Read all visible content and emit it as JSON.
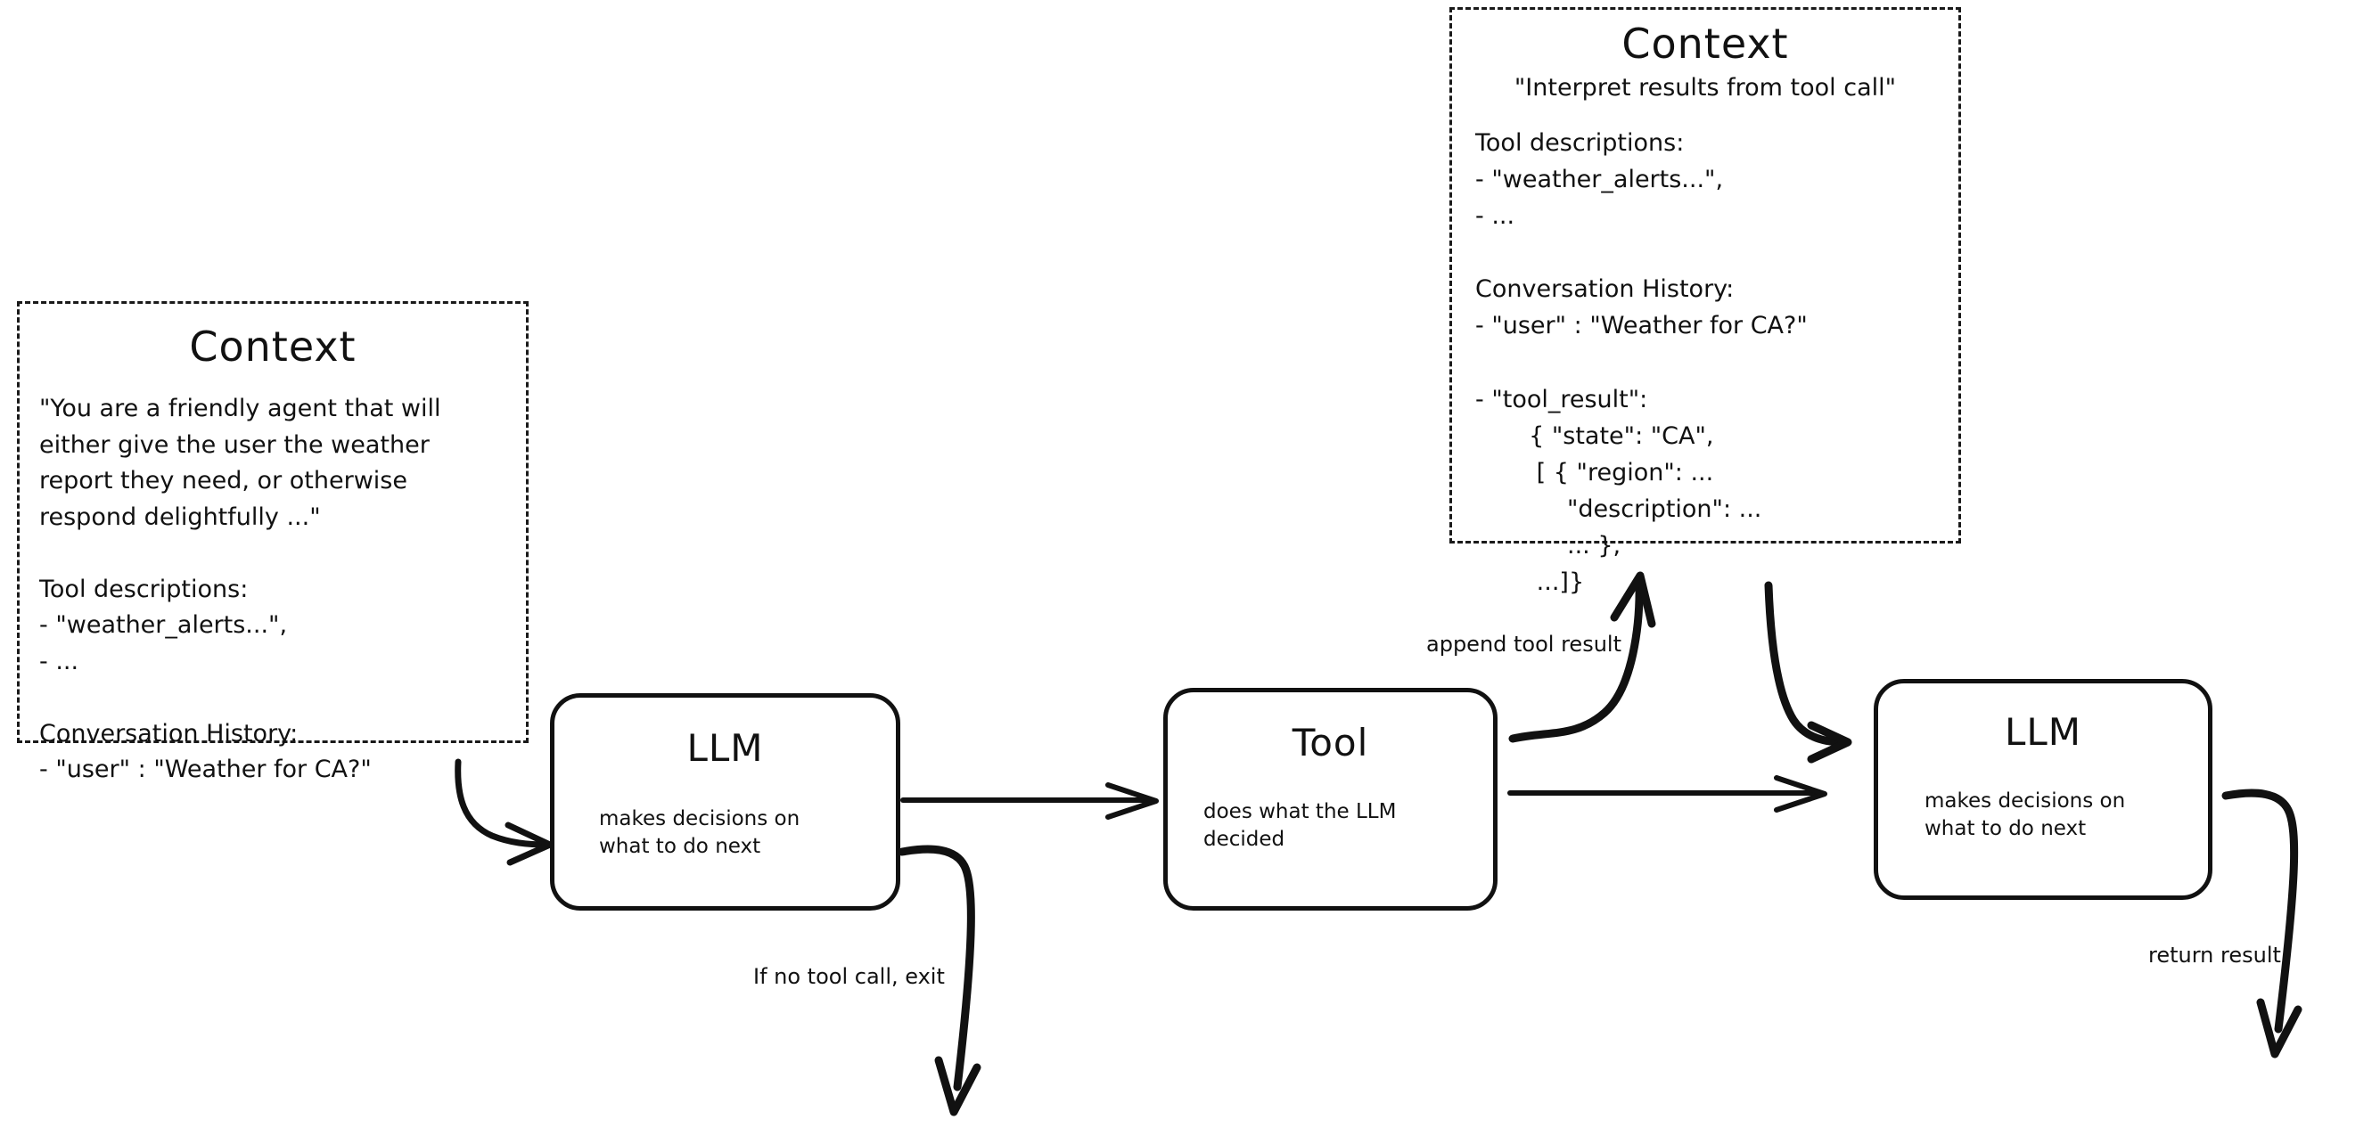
{
  "diagram": {
    "title": "Agent loop with tool calling",
    "background_color": "#ffffff",
    "stroke_color": "#111111"
  },
  "context_left": {
    "title": "Context",
    "body": "\"You are a friendly agent that will\neither give the user the weather\nreport they need, or otherwise\nrespond delightfully ...\"\n\nTool descriptions:\n- \"weather_alerts...\",\n- ...\n\nConversation History:\n- \"user\" : \"Weather for CA?\"",
    "lines": [
      "\"You are a friendly agent that will",
      "either give the user the weather",
      "report they need, or otherwise",
      "respond delightfully ...\"",
      "",
      "Tool descriptions:",
      "- \"weather_alerts...\",",
      "- ...",
      "",
      "Conversation History:",
      "- \"user\" : \"Weather for CA?\""
    ]
  },
  "context_right": {
    "title": "Context",
    "lead": "\"Interpret results from tool call\"",
    "body": "Tool descriptions:\n- \"weather_alerts...\",\n- ...\n\nConversation History:\n- \"user\" : \"Weather for CA?\"\n\n- \"tool_result\":\n       { \"state\": \"CA\",\n        [ { \"region\": ...\n            \"description\": ...\n            ... },\n        ...]}",
    "lines": [
      "Tool descriptions:",
      "- \"weather_alerts...\",",
      "- ...",
      "",
      "Conversation History:",
      "- \"user\" : \"Weather for CA?\"",
      "",
      "- \"tool_result\":",
      "       { \"state\": \"CA\",",
      "        [ { \"region\": ...",
      "            \"description\": ...",
      "            ... },",
      "        ...]}"
    ]
  },
  "nodes": {
    "llm_1": {
      "title": "LLM",
      "subtitle": "makes decisions on\nwhat to do next"
    },
    "tool": {
      "title": "Tool",
      "subtitle": "does what the LLM\ndecided"
    },
    "llm_2": {
      "title": "LLM",
      "subtitle": "makes decisions on\nwhat to do next"
    }
  },
  "edges": {
    "context_to_llm1": "",
    "llm1_to_tool": "",
    "tool_to_llm2": "",
    "append_tool_result": "append tool result",
    "if_no_tool_call_exit": "If no tool call, exit",
    "return_result": "return result",
    "context_right_to_llm2": ""
  }
}
